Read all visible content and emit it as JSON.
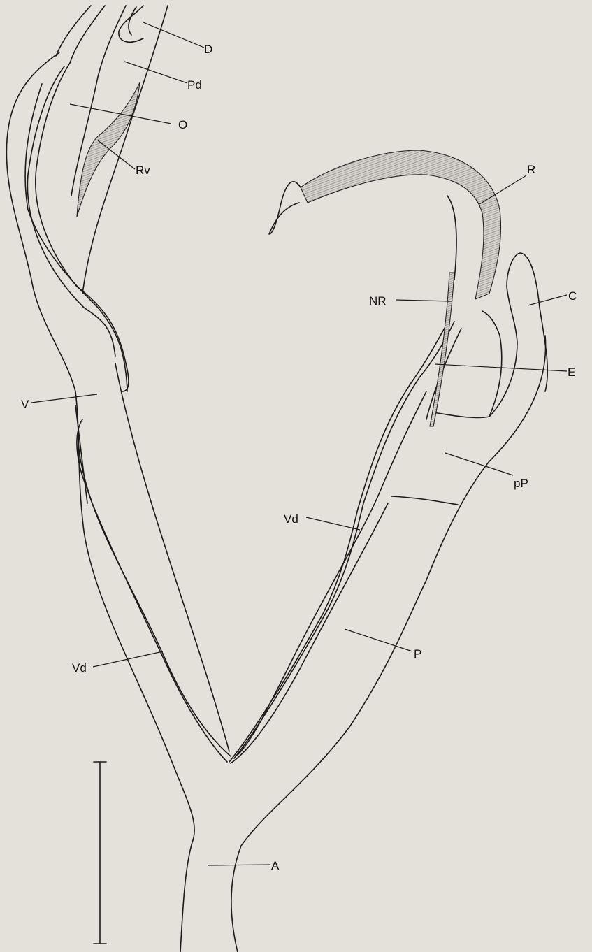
{
  "labels": {
    "D": "D",
    "Pd": "Pd",
    "O": "O",
    "Rv": "Rv",
    "R": "R",
    "NR": "NR",
    "C": "C",
    "E": "E",
    "V": "V",
    "pP": "pP",
    "Vd_right": "Vd",
    "P": "P",
    "Vd_left": "Vd",
    "A": "A"
  }
}
